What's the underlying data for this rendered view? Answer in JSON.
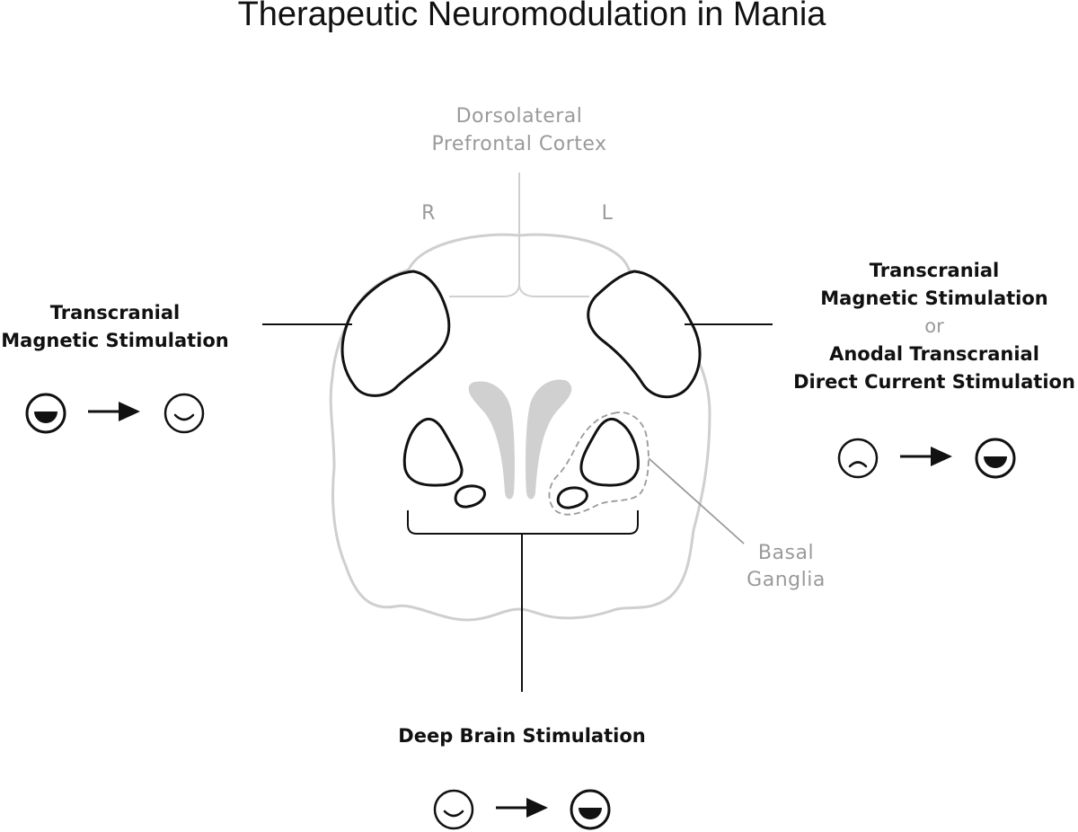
{
  "title": "Therapeutic Neuromodulation in Mania",
  "labels": {
    "dlpfc_line1": "Dorsolateral",
    "dlpfc_line2": "Prefrontal Cortex",
    "right": "R",
    "left": "L",
    "basal_line1": "Basal",
    "basal_line2": "Ganglia"
  },
  "left_panel": {
    "line1": "Transcranial",
    "line2": "Magnetic Stimulation",
    "from_icon": "large-smile-face-icon",
    "to_icon": "small-smile-face-icon"
  },
  "right_panel": {
    "line1": "Transcranial",
    "line2": "Magnetic Stimulation",
    "or": "or",
    "line3": "Anodal Transcranial",
    "line4": "Direct Current Stimulation",
    "from_icon": "frown-face-icon",
    "to_icon": "large-smile-face-icon"
  },
  "bottom_panel": {
    "label": "Deep Brain Stimulation",
    "from_icon": "small-smile-face-icon",
    "to_icon": "large-smile-face-icon"
  },
  "colors": {
    "outline_light": "#cfcfcf",
    "ventricle": "#d0d0d0",
    "ink": "#111111",
    "label_grey": "#9a9a9a"
  }
}
